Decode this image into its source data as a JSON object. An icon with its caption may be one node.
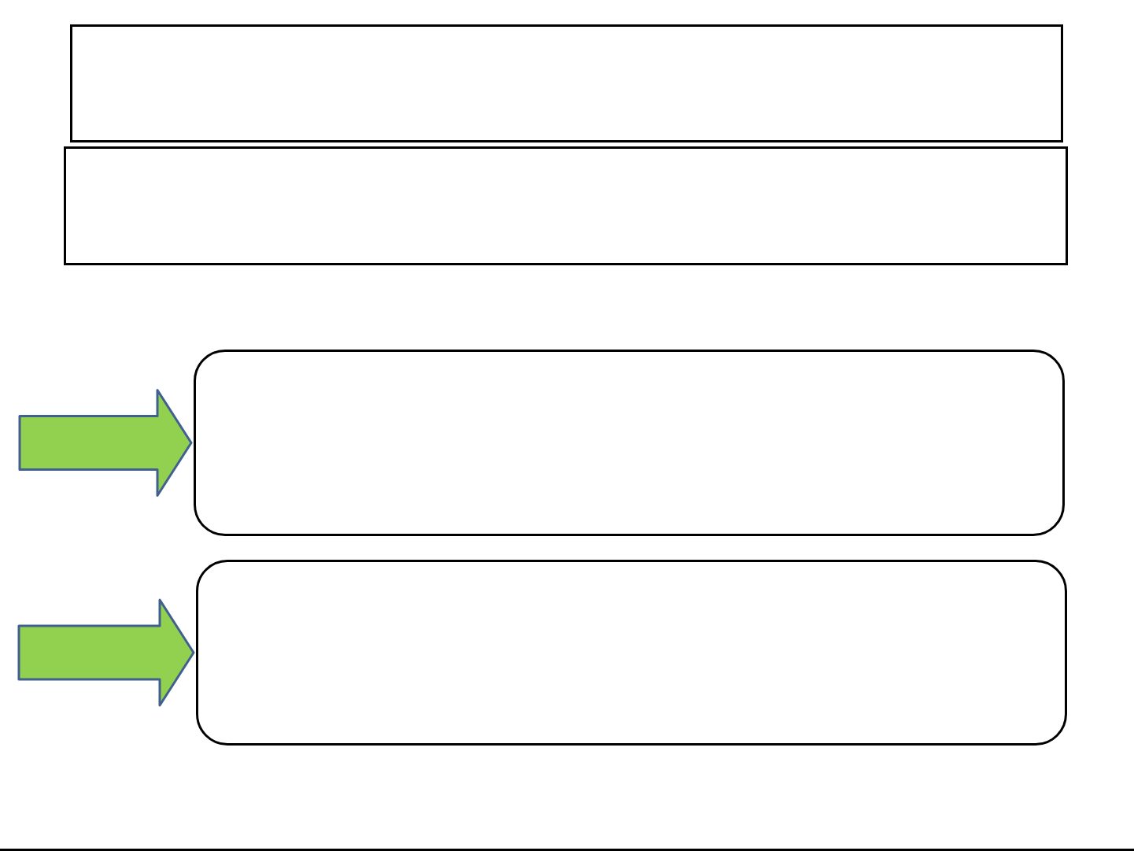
{
  "diagram": {
    "nodes": [
      {
        "text": [],
        "shape": "box"
      },
      {
        "text": [],
        "shape": "box"
      },
      {
        "text": [],
        "shape": "box"
      },
      {
        "text": [],
        "shape": "box"
      }
    ],
    "edges": [
      {
        "from": null,
        "to": 2,
        "arrow": "to",
        "style": "thick",
        "color": "#92d050"
      },
      {
        "from": null,
        "to": 3,
        "arrow": "to",
        "style": "thick",
        "color": "#92d050"
      }
    ]
  }
}
